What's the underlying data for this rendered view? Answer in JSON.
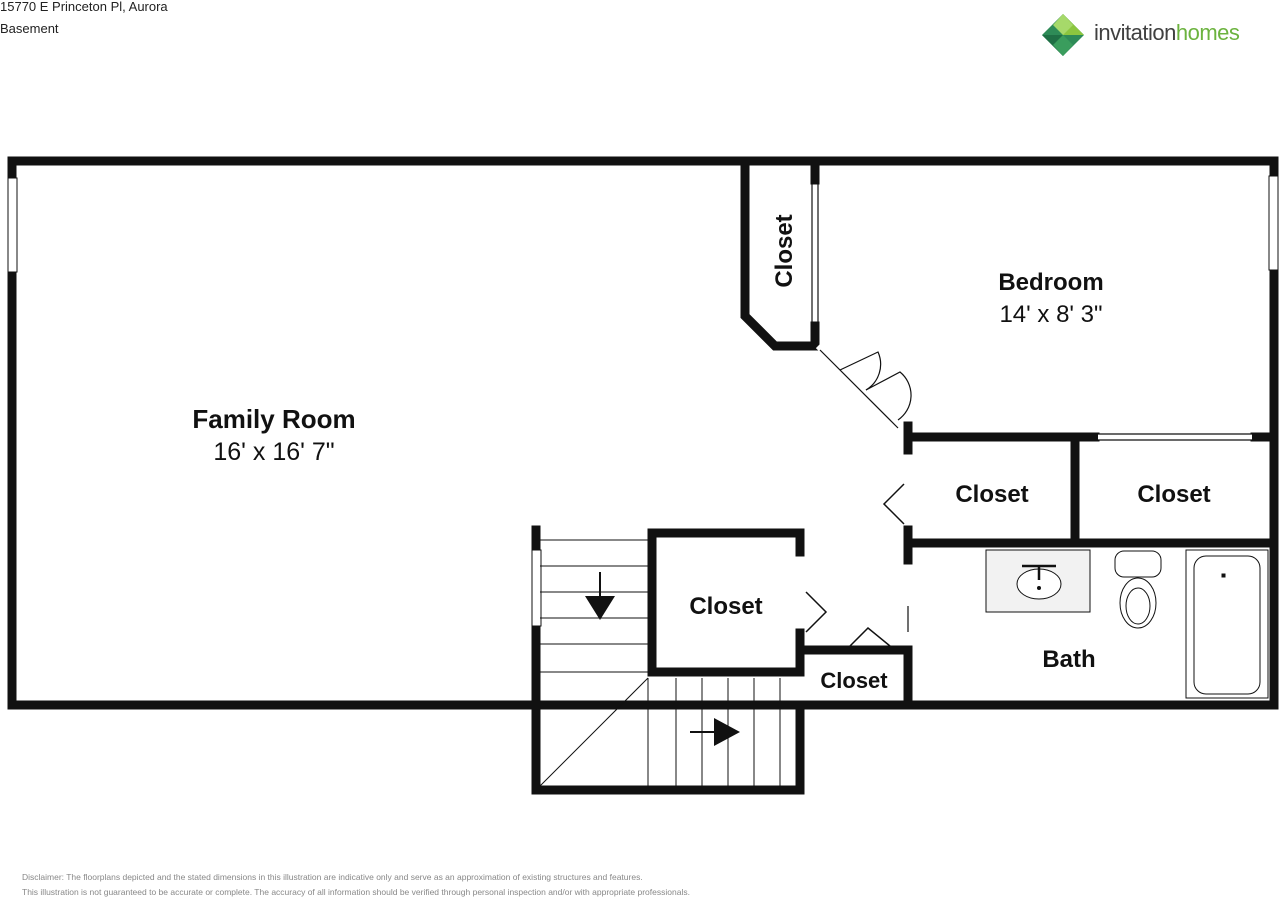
{
  "header": {
    "address": "15770 E Princeton Pl, Aurora",
    "level": "Basement"
  },
  "logo": {
    "word1": "invitation",
    "word2": "homes",
    "brand_color": "#6cb33f"
  },
  "rooms": {
    "family_room": {
      "name": "Family Room",
      "dims": "16' x 16' 7\""
    },
    "bedroom": {
      "name": "Bedroom",
      "dims": "14' x 8' 3\""
    },
    "closet_vertical": "Closet",
    "closet_mid": "Closet",
    "closet_right": "Closet",
    "closet_stair": "Closet",
    "closet_small": "Closet",
    "bath": "Bath"
  },
  "disclaimer": {
    "line1": "Disclaimer: The floorplans depicted and the stated dimensions in this illustration are indicative only and serve as an approximation of existing structures and features.",
    "line2": "This illustration is not guaranteed to be accurate or complete. The accuracy of all information should be verified through personal inspection and/or with appropriate professionals."
  }
}
